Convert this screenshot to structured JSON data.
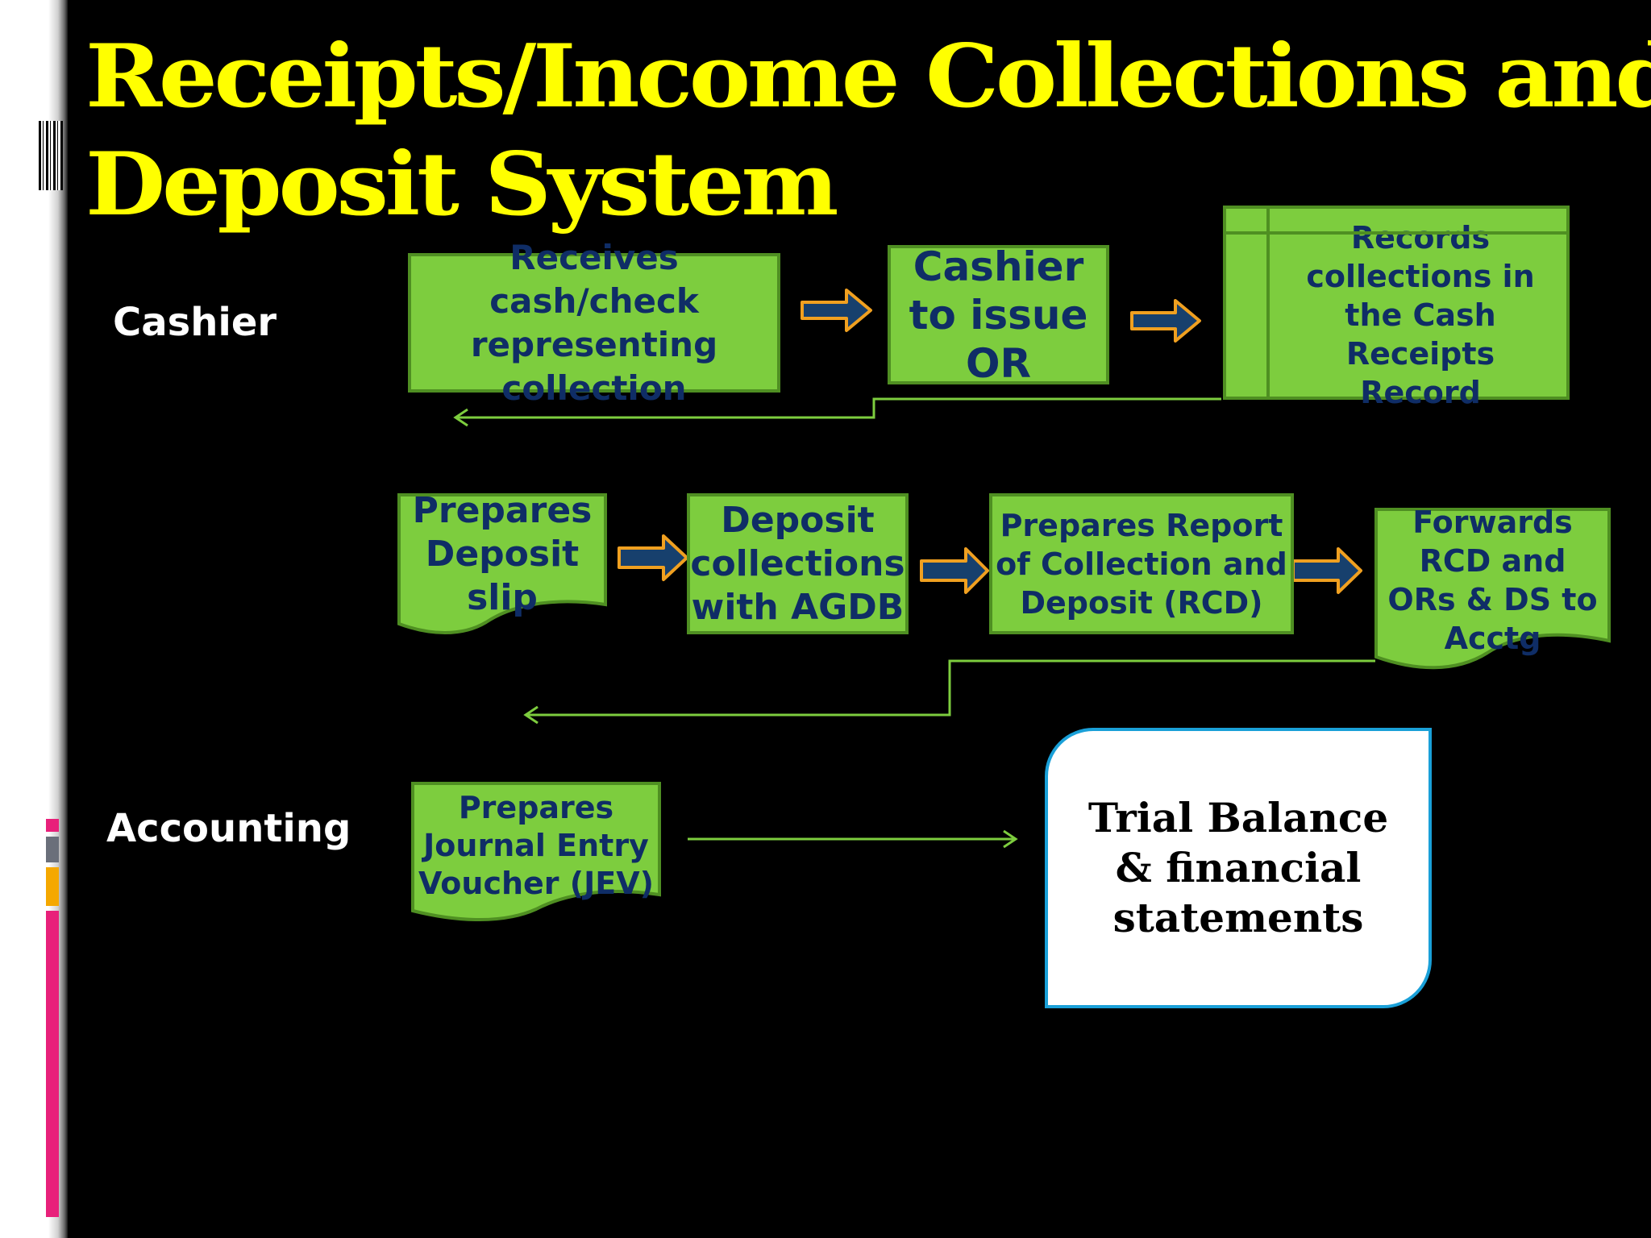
{
  "title": "Receipts/Income Collections and Deposit System",
  "lanes": {
    "cashier": "Cashier",
    "accounting": "Accounting"
  },
  "steps": {
    "receives": "Receives cash/check representing collection",
    "issue_or": "Cashier to issue OR",
    "records": "Records collections in the Cash Receipts Record",
    "deposit_slip": "Prepares Deposit slip",
    "deposit": "Deposit collections with AGDB",
    "rcd": "Prepares Report of Collection and Deposit (RCD)",
    "forwards": "Forwards RCD and ORs & DS to Acctg",
    "jev": "Prepares Journal Entry Voucher (JEV)",
    "final": "Trial Balance & financial statements"
  },
  "colors": {
    "title": "#ffff00",
    "box_fill": "#7dcd3e",
    "box_text": "#0f2d66",
    "arrow_fill": "#17406d",
    "arrow_border": "#f0a020",
    "final_border": "#1aa0d8",
    "connector": "#7dcd3e"
  }
}
